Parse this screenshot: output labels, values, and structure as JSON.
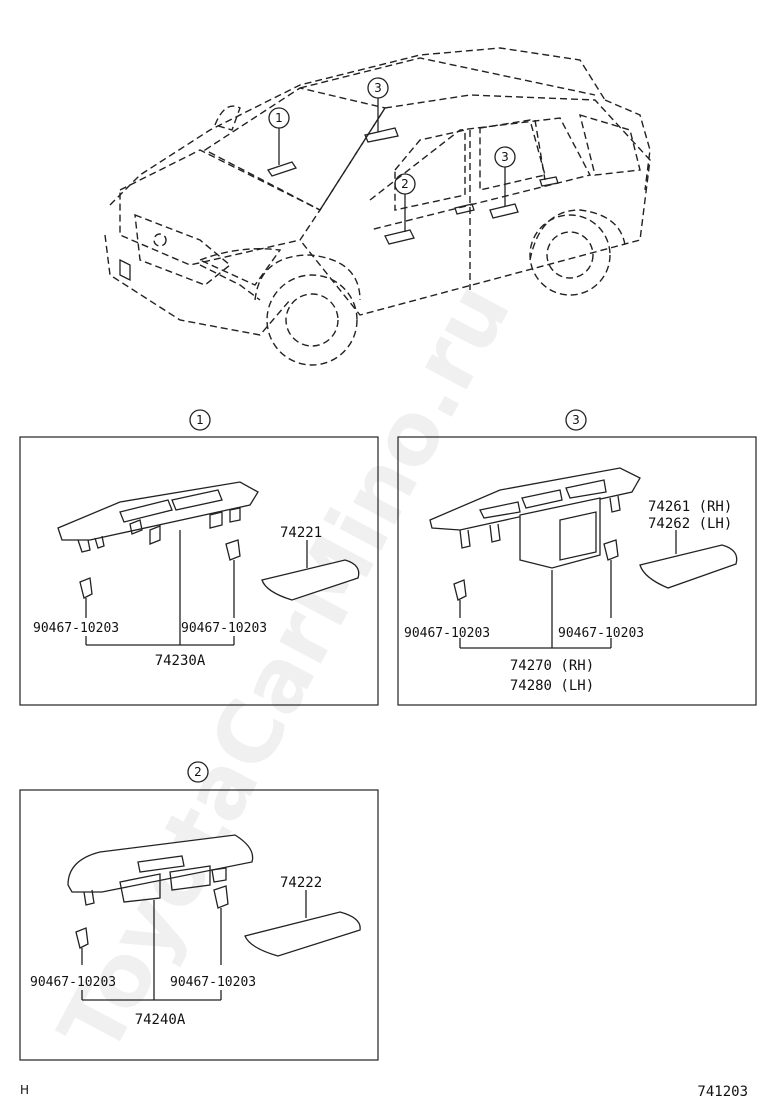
{
  "watermark": "ToyotaCarMino.ru",
  "overview": {
    "callouts": [
      "1",
      "2",
      "3"
    ]
  },
  "panel1": {
    "callout": "1",
    "cover_part": "74221",
    "screw_left": "90467-10203",
    "screw_right": "90467-10203",
    "assembly": "74230A"
  },
  "panel2": {
    "callout": "2",
    "cover_part": "74222",
    "screw_left": "90467-10203",
    "screw_right": "90467-10203",
    "assembly": "74240A"
  },
  "panel3": {
    "callout": "3",
    "cover_part_rh": "74261 (RH)",
    "cover_part_lh": "74262 (LH)",
    "screw_left": "90467-10203",
    "screw_right": "90467-10203",
    "assembly_rh": "74270 (RH)",
    "assembly_lh": "74280 (LH)"
  },
  "footer": {
    "left_code": "H",
    "diagram_number": "741203"
  }
}
